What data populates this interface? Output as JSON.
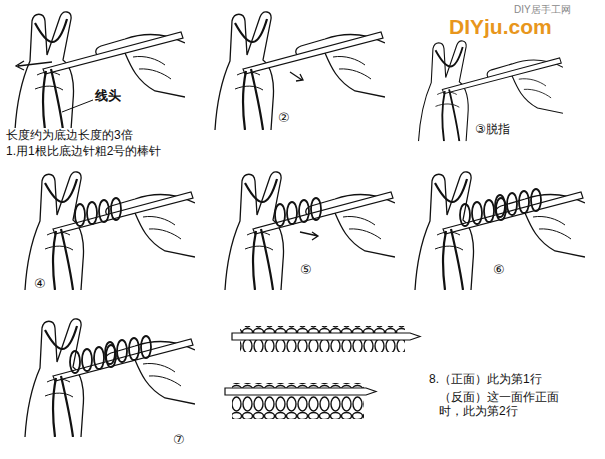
{
  "diagram": {
    "labels": [
      "DIY居手工网",
      "DIYju.com",
      "线头",
      "长度约为底边长度的3倍",
      "1.用1根比底边针粗2号的棒针",
      "②",
      "③脱指",
      "④",
      "⑤",
      "⑥",
      "⑦",
      "8.（正面）此为第1行",
      "（反面）这一面作正面 时，此为第2行"
    ]
  }
}
